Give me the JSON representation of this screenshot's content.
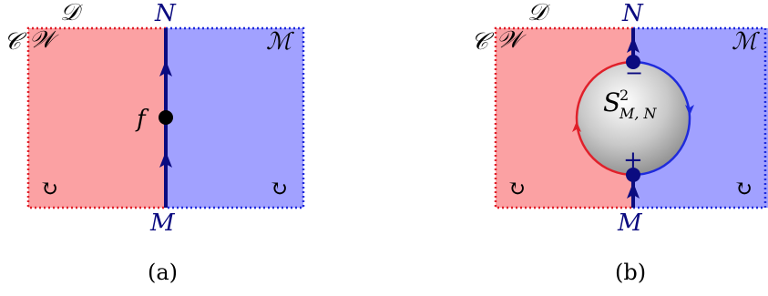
{
  "colors": {
    "red_region": "#fba1a3",
    "blue_region": "#a1a1ff",
    "red_line": "#e0202a",
    "blue_line": "#1f2bdc",
    "navy": "#0b0b80",
    "black": "#000000"
  },
  "panel_a": {
    "caption": "(a)",
    "label_D": "𝒟",
    "label_N": "N",
    "label_C": "𝒞",
    "label_W": "𝒲",
    "label_M_cal": "ℳ",
    "label_f": "f",
    "label_M": "M",
    "rotation_left": "↻",
    "rotation_right": "↻"
  },
  "panel_b": {
    "caption": "(b)",
    "label_D": "𝒟",
    "label_N": "N",
    "label_C": "𝒞",
    "label_W": "𝒲",
    "label_M_cal": "ℳ",
    "sphere_label": "S",
    "sphere_sup": "2",
    "sphere_sub": "M, N",
    "minus": "−",
    "plus": "+",
    "label_M": "M",
    "rotation_left": "↻",
    "rotation_right": "↻"
  }
}
